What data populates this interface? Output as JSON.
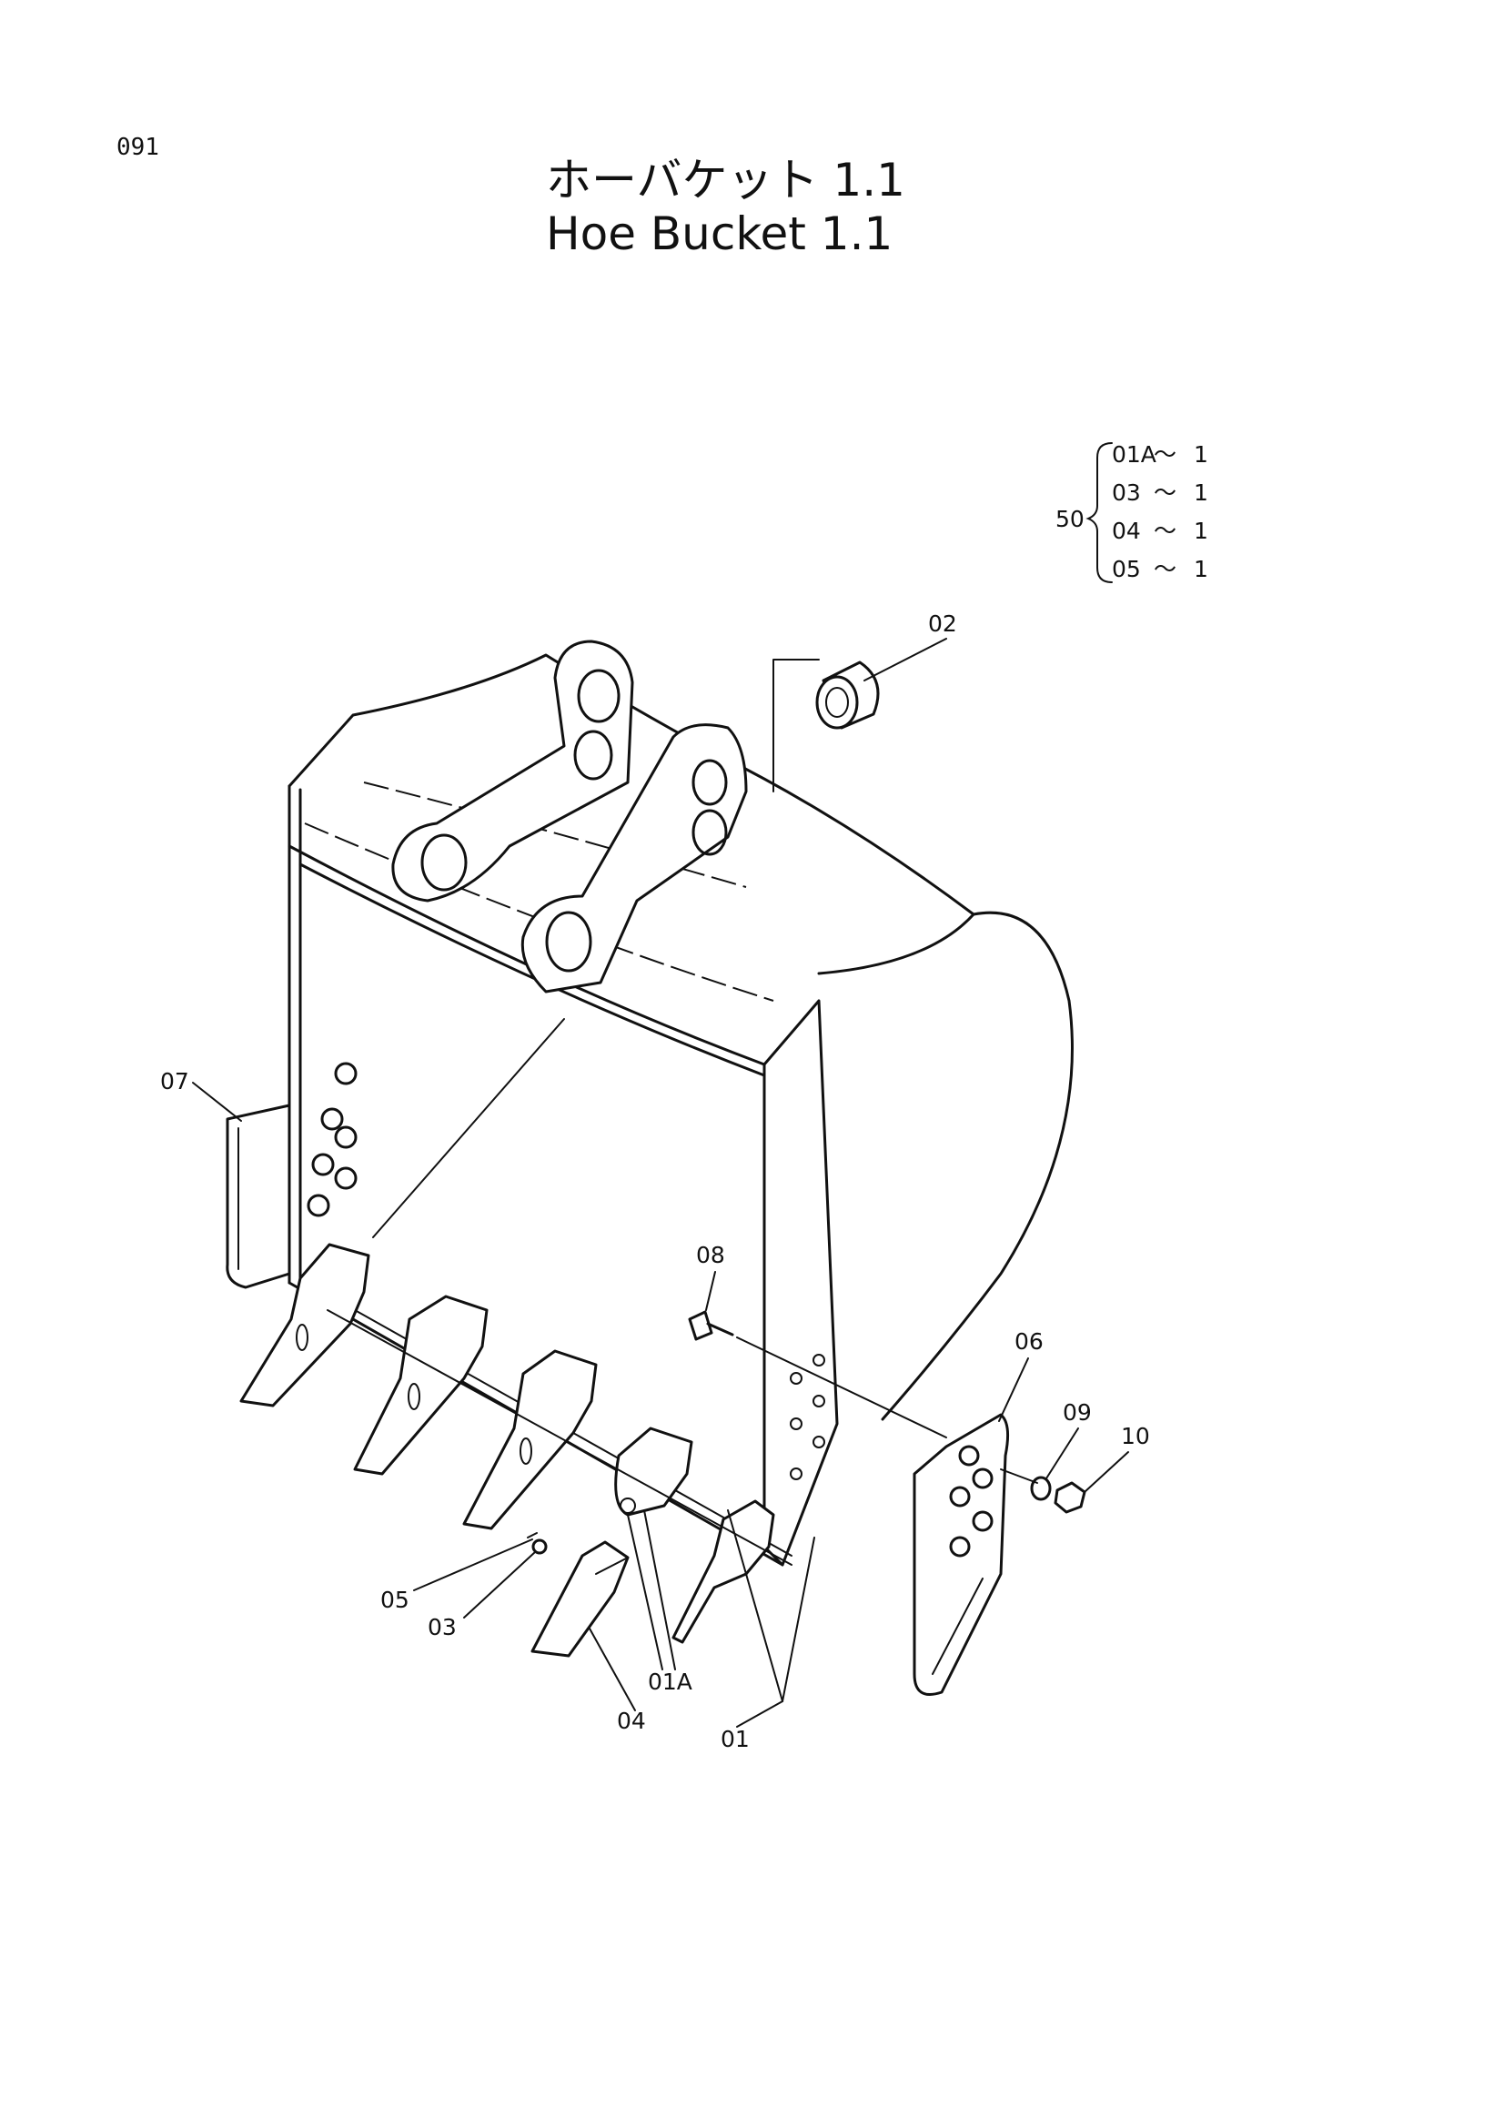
{
  "page_number": "091",
  "title_jp": "ホーバケット 1.1",
  "title_en": "Hoe Bucket 1.1",
  "kit": {
    "number": "50",
    "items": [
      {
        "part": "01A",
        "qty": "1"
      },
      {
        "part": "03",
        "qty": "1"
      },
      {
        "part": "04",
        "qty": "1"
      },
      {
        "part": "05",
        "qty": "1"
      }
    ]
  },
  "callouts": {
    "c01": "01",
    "c01a": "01A",
    "c02": "02",
    "c03": "03",
    "c04": "04",
    "c05": "05",
    "c06": "06",
    "c07": "07",
    "c08": "08",
    "c09": "09",
    "c10": "10"
  }
}
